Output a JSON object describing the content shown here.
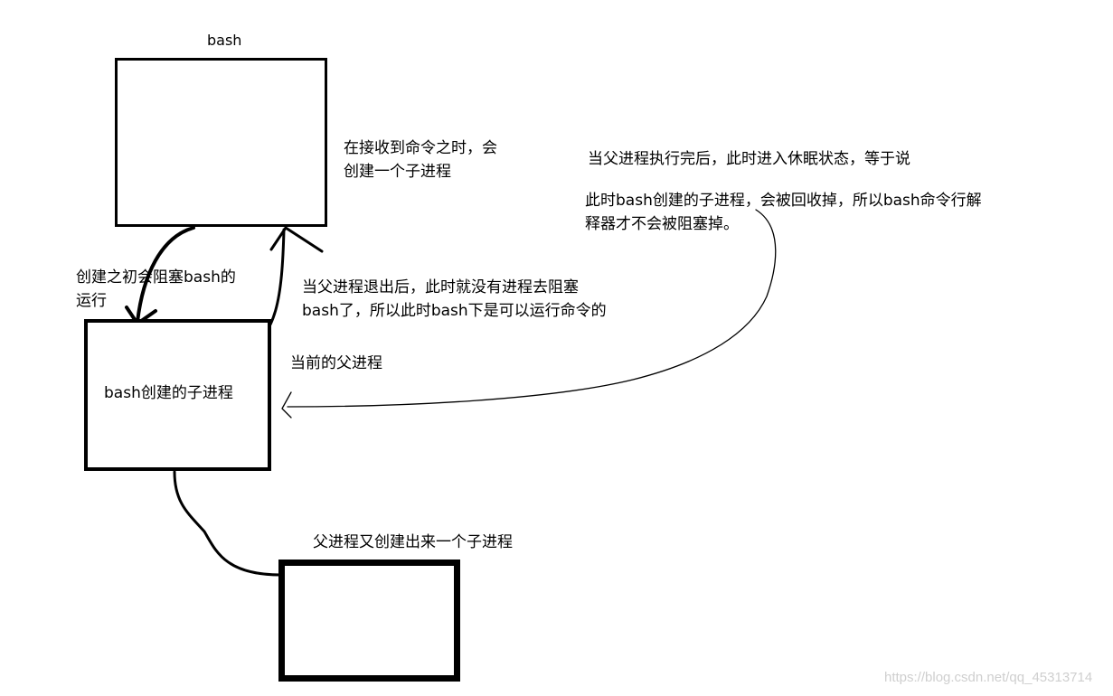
{
  "nodes": {
    "bash": {
      "label": "bash"
    },
    "child": {
      "label": "bash创建的子进程"
    },
    "grandchild": {
      "label": ""
    }
  },
  "notes": {
    "create_on_command": [
      "在接收到命令之时，会",
      "创建一个子进程"
    ],
    "blocks_bash_initially": [
      "创建之初会阻塞bash的",
      "运行"
    ],
    "parent_exit": [
      "当父进程退出后，此时就没有进程去阻塞",
      "bash了，所以此时bash下是可以运行命令的"
    ],
    "current_parent": "当前的父进程",
    "parent_done": "当父进程执行完后，此时进入休眠状态，等于说",
    "child_reaped": [
      "此时bash创建的子进程，会被回收掉，所以bash命令行解",
      "释器才不会被阻塞掉。"
    ],
    "parent_creates_child": "父进程又创建出来一个子进程"
  },
  "watermark": "https://blog.csdn.net/qq_45313714"
}
